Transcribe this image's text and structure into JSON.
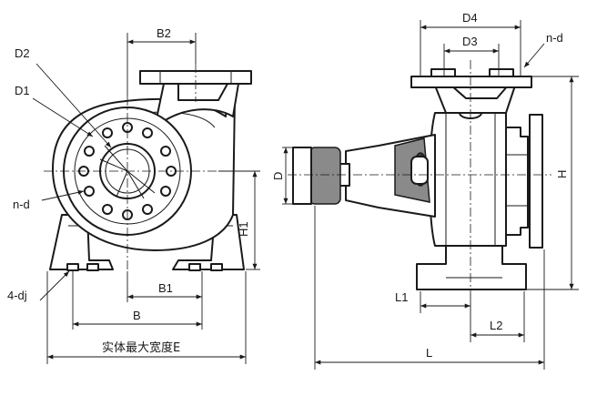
{
  "drawing": {
    "front_view": {
      "labels": {
        "d2": "D2",
        "d1": "D1",
        "n_d": "n-d",
        "b2": "B2",
        "h1": "H1",
        "b1": "B1",
        "four_dj": "4-dj",
        "b": "B",
        "e": "实体最大宽度E"
      }
    },
    "side_view": {
      "labels": {
        "d4": "D4",
        "d3": "D3",
        "n_d": "n-d",
        "d": "D",
        "h": "H",
        "l1": "L1",
        "l2": "L2",
        "l": "L"
      }
    }
  }
}
